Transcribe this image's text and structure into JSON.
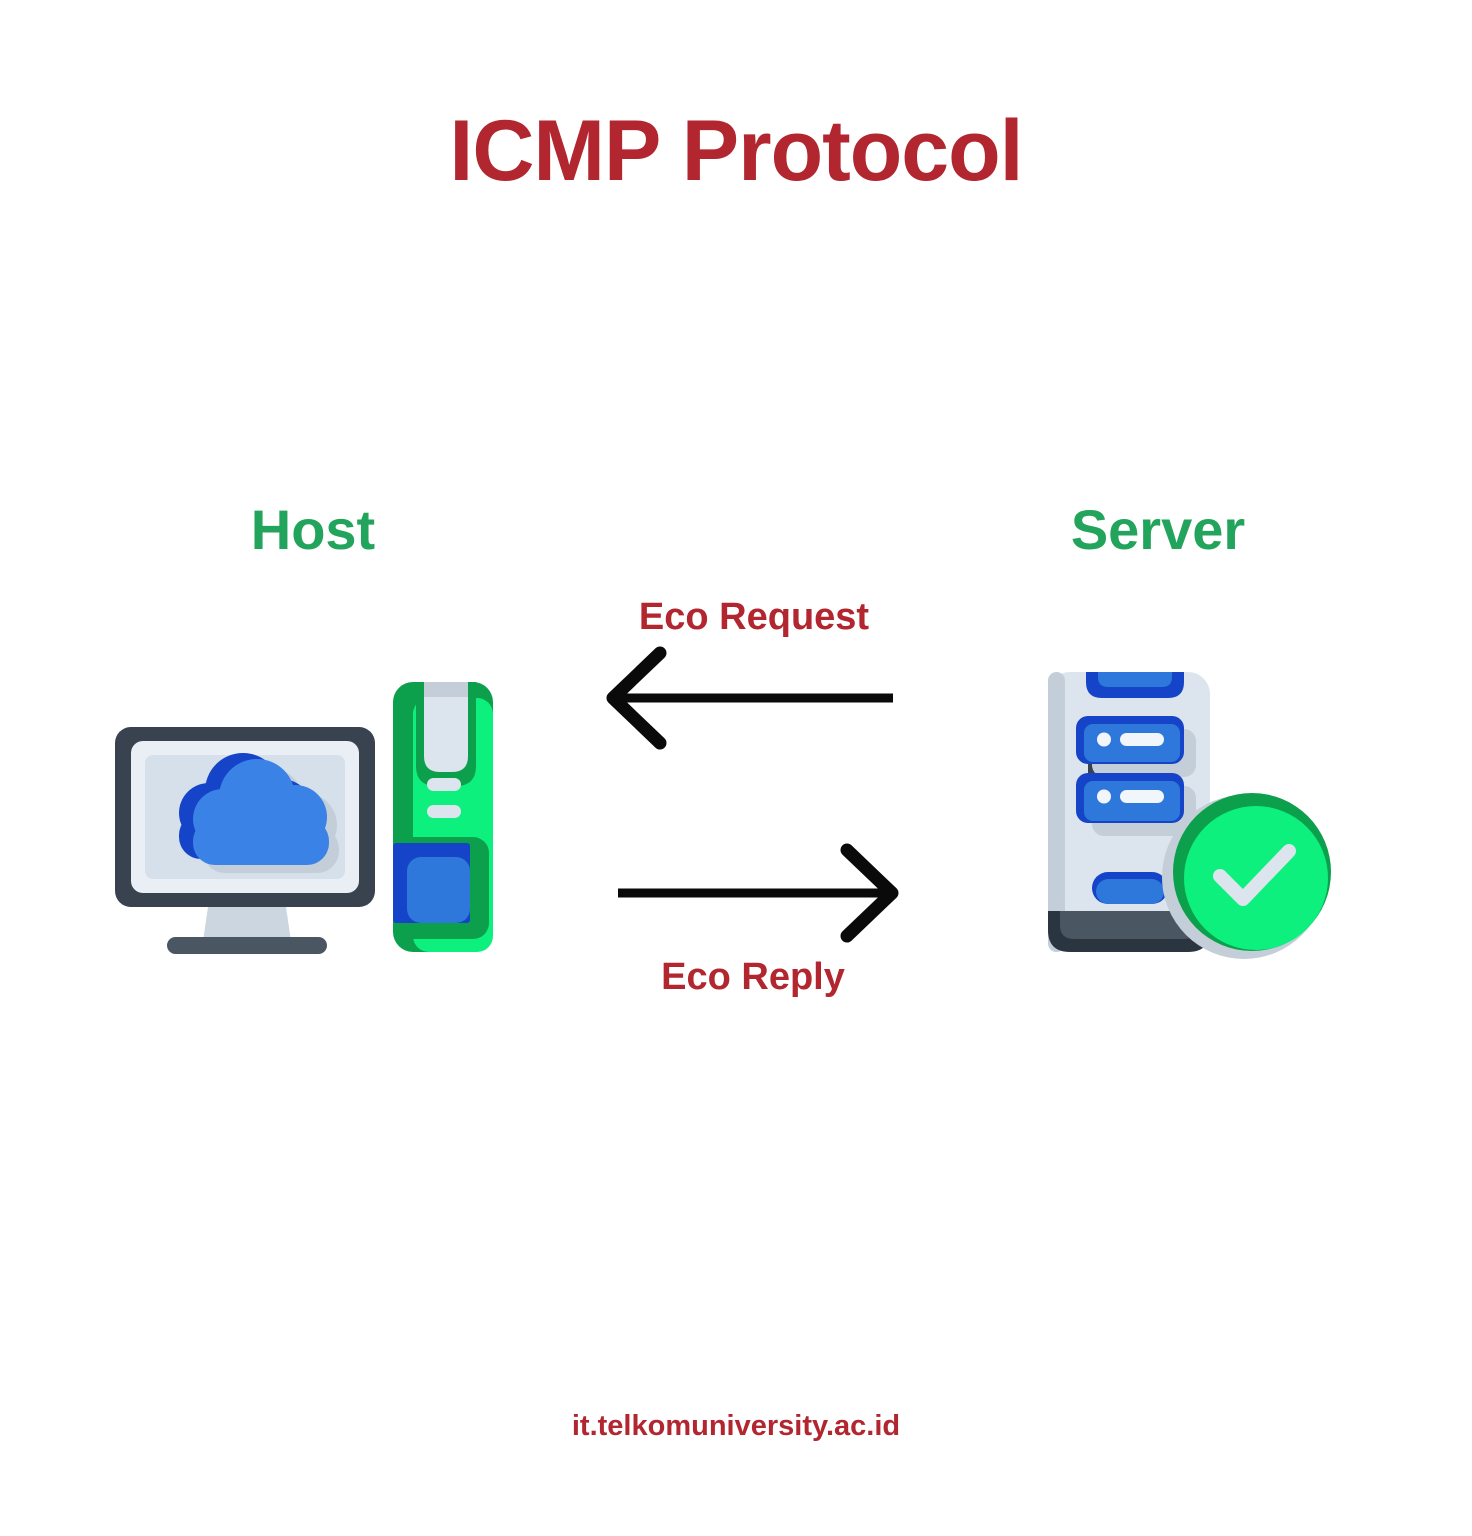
{
  "page": {
    "title": "ICMP Protocol",
    "footer": "it.telkomuniversity.ac.id",
    "background": "#ffffff"
  },
  "labels": {
    "host": "Host",
    "server": "Server",
    "eco_request": "Eco Request",
    "eco_reply": "Eco Reply"
  },
  "icons": {
    "host": "desktop-computer-with-cloud-on-screen-and-green-tower-case",
    "server": "server-device-with-green-check-circle",
    "request_arrow": "black-arrow-pointing-left",
    "reply_arrow": "black-arrow-pointing-right"
  },
  "colors": {
    "title_red": "#b2262f",
    "label_green": "#23a45c",
    "arrow_black": "#0a0a0a",
    "slate_dark": "#39434f",
    "slate_mid": "#4a5763",
    "slate_deep": "#2b3540",
    "panel_light": "#dce5ee",
    "panel_shadow": "#c3ced9",
    "blue_dark": "#1544c9",
    "blue_mid": "#2e78db",
    "blue_cloud": "#3a82e6",
    "green_dark": "#0da04c",
    "green_bright": "#0df07e",
    "white_detail": "#f1f6fb"
  }
}
